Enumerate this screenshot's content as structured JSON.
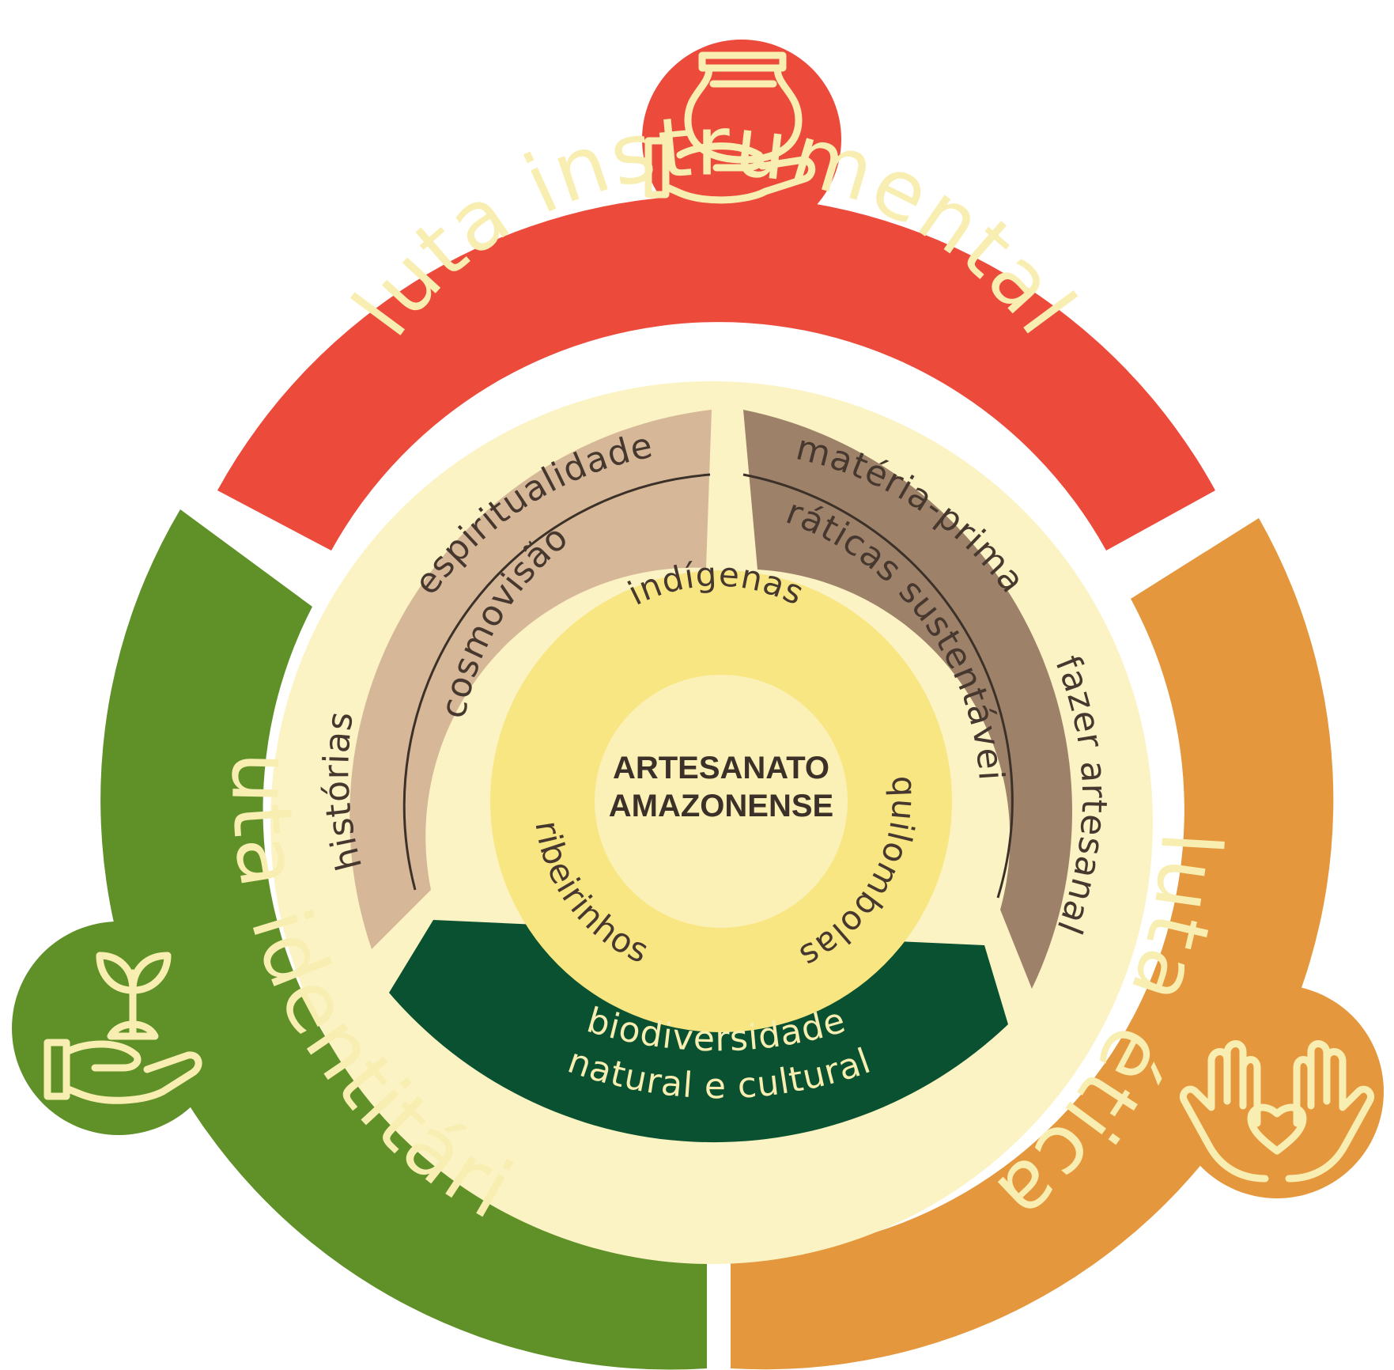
{
  "colors": {
    "background": "#ffffff",
    "instrumental": "#ec4a3a",
    "identitaria": "#5f9128",
    "etica": "#e5973d",
    "cream": "#fbf3c3",
    "label_cream": "#f8eeb1",
    "tan_light": "#d6b899",
    "tan_dark": "#9e8169",
    "dark_green": "#095130",
    "center_ring": "#f8e683",
    "center_disc": "#fbf0b5",
    "dark_text": "#46382f",
    "divider_line": "#3c3129"
  },
  "outer_ring": {
    "instrumental": {
      "label": "luta instrumental",
      "icon": "hand-holding-vase-icon"
    },
    "identitaria": {
      "label": "luta identitária",
      "icon": "hand-holding-sprout-icon"
    },
    "etica": {
      "label": "luta ética",
      "icon": "hands-with-heart-icon"
    }
  },
  "middle_ring": {
    "left_outer": [
      "espiritualidade",
      "histórias"
    ],
    "left_inner": [
      "cosmovisão"
    ],
    "right_outer": [
      "matéria-prima",
      "fazer artesanal"
    ],
    "right_inner": [
      "práticas sustentáveis"
    ],
    "bottom_lines": [
      "biodiversidade",
      "natural e cultural"
    ]
  },
  "core_ring": [
    "indígenas",
    "quilombolas",
    "ribeirinhos"
  ],
  "center": {
    "line1": "ARTESANATO",
    "line2": "AMAZONENSE"
  }
}
